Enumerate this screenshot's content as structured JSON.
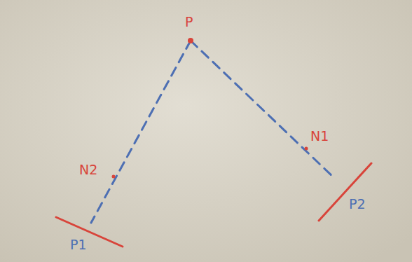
{
  "diagram": {
    "labels": [
      "P",
      "N2",
      "N1",
      "P1",
      "P2"
    ]
  }
}
